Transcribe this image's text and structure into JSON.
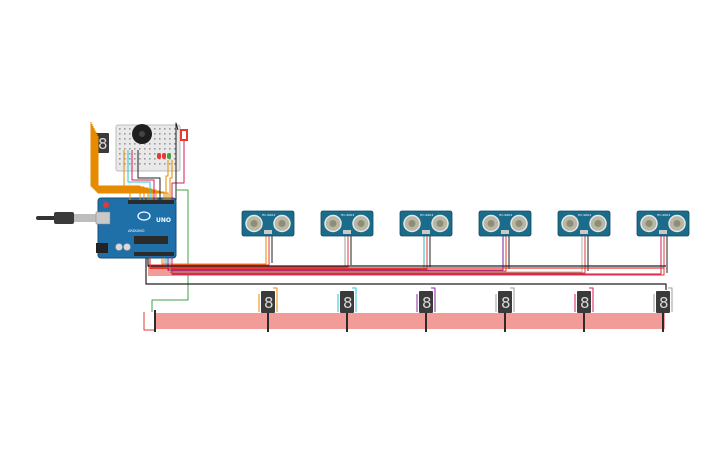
{
  "canvas": {
    "background": "#ffffff"
  },
  "arduino": {
    "board_label": "UNO",
    "brand_label": "ARDUINO",
    "board_color": "#1f6fa8",
    "icon": "arduino-uno-icon"
  },
  "usb_cable": {
    "icon": "usb-cable-icon"
  },
  "breadboard": {
    "icon": "mini-breadboard-icon",
    "buzzer_icon": "piezo-buzzer-icon",
    "led_colors": [
      "#e53935",
      "#e53935",
      "#43a047"
    ]
  },
  "small_display": {
    "digit": "8",
    "icon": "seven-segment-display-icon"
  },
  "pushbutton": {
    "color": "#e53935",
    "icon": "pushbutton-icon"
  },
  "sensors": {
    "model_label": "HC-SR04",
    "color": "#1b6b8a",
    "count": 6,
    "wire_colors": [
      "#e68a00",
      "#9e9e9e",
      "#2bb3c0",
      "#7b1fa2",
      "#b0b0b0",
      "#d81b60"
    ]
  },
  "displays": {
    "digit": "8",
    "count": 6,
    "segment_wire_color": "#e53935"
  },
  "wires": {
    "power": "#e53935",
    "ground": "#212121",
    "signal_orange": "#e68a00",
    "signal_green": "#43a047",
    "signal_pink": "#d81b60",
    "signal_purple": "#8e24aa",
    "signal_gray": "#9e9e9e",
    "signal_cyan": "#26c6da"
  }
}
